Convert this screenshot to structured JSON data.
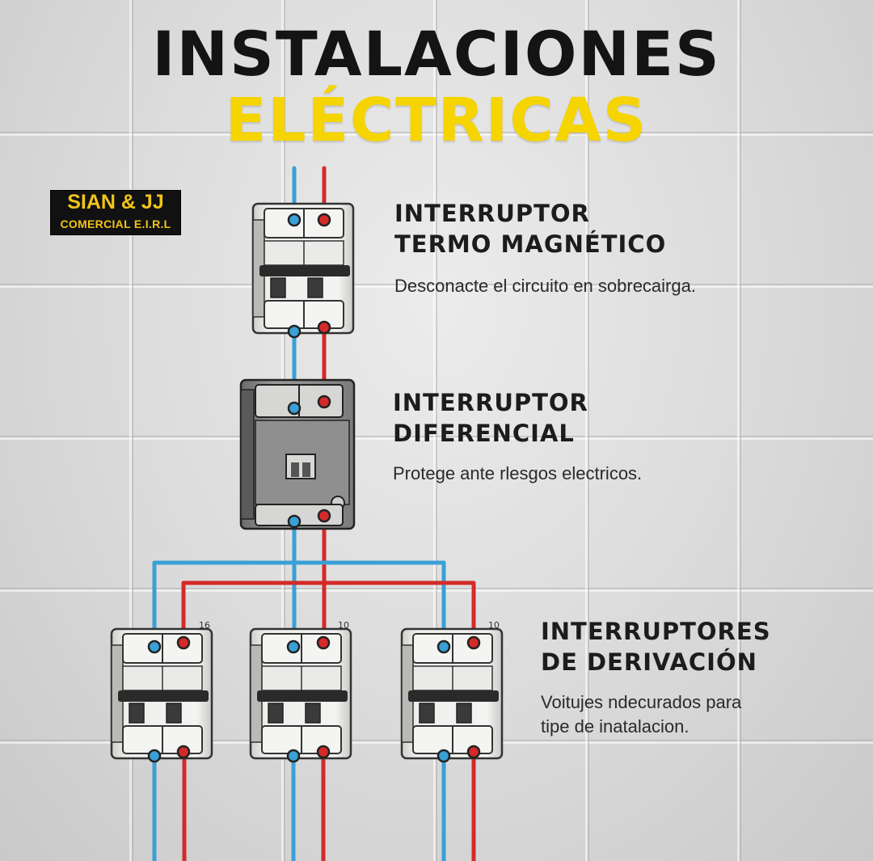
{
  "title": {
    "line1": "INSTALACIONES",
    "line2": "ELÉCTRICAS"
  },
  "logo": {
    "line1": "SIAN & JJ",
    "line2": "COMERCIAL E.I.R.L"
  },
  "components": [
    {
      "heading1": "INTERRUPTOR",
      "heading2": "TERMO MAGNÉTICO",
      "description": "Desconacte el circuito en sobrecairga."
    },
    {
      "heading1": "INTERRUPTOR",
      "heading2": "DIFERENCIAL",
      "description": "Protege ante rlesgos electricos."
    },
    {
      "heading1": "INTERRUPTORES",
      "heading2": "DE DERIVACIÓN",
      "description1": "Voitujes ndecurados para",
      "description2": "tipe de inatalacion."
    }
  ],
  "branch_labels": [
    "16",
    "10",
    "10"
  ],
  "colors": {
    "title_yellow": "#f5d400",
    "logo_gold": "#f0c419",
    "wire_blue": "#3aa0d6",
    "wire_red": "#d42a2a",
    "breaker_body": "#e8e8e6",
    "rcd_body": "#8a8a8a"
  }
}
